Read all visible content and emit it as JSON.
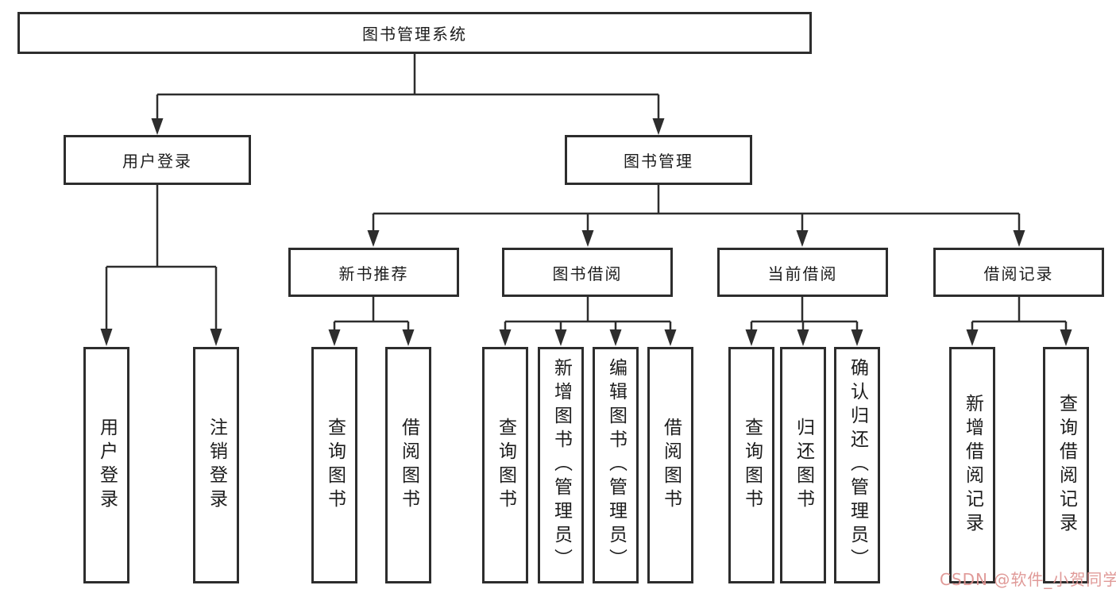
{
  "tree": {
    "label": "图书管理系统",
    "children": [
      {
        "label": "用户登录",
        "children": [
          {
            "label": "用户登录"
          },
          {
            "label": "注销登录"
          }
        ]
      },
      {
        "label": "图书管理",
        "children": [
          {
            "label": "新书推荐",
            "children": [
              {
                "label": "查询图书"
              },
              {
                "label": "借阅图书"
              }
            ]
          },
          {
            "label": "图书借阅",
            "children": [
              {
                "label": "查询图书"
              },
              {
                "label": "新增图书（管理员）"
              },
              {
                "label": "编辑图书（管理员）"
              },
              {
                "label": "借阅图书"
              }
            ]
          },
          {
            "label": "当前借阅",
            "children": [
              {
                "label": "查询图书"
              },
              {
                "label": "归还图书"
              },
              {
                "label": "确认归还（管理员）"
              }
            ]
          },
          {
            "label": "借阅记录",
            "children": [
              {
                "label": "新增借阅记录"
              },
              {
                "label": "查询借阅记录"
              }
            ]
          }
        ]
      }
    ]
  },
  "watermark": {
    "text": "CSDN @软件_小贺同学",
    "color": "#dd918f"
  },
  "colors": {
    "line": "#2d2d2d",
    "box_border": "#2d2d2d",
    "text": "#1c1c1c",
    "background": "#ffffff"
  }
}
